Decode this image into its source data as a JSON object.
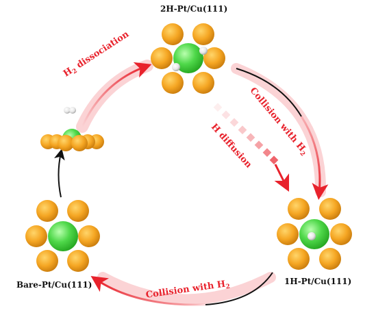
{
  "labels": {
    "top": "2H-Pt/Cu(111)",
    "right": "1H-Pt/Cu(111)",
    "left": "Bare-Pt/Cu(111)"
  },
  "arrows": {
    "dissociation": {
      "text": "H",
      "sub": "2",
      "rest": " dissociation"
    },
    "collision_right": {
      "text": "Collision with H",
      "sub": "2"
    },
    "diffusion": {
      "text": "H diffusion"
    },
    "collision_bottom": {
      "text": "Collision with H",
      "sub": "2"
    }
  },
  "colors": {
    "copper": "#f5a623",
    "platinum": "#4fd84a",
    "hydrogen": "#e6e6e6",
    "arrow_red": "#e8222c",
    "arrow_dark": "#111111"
  }
}
